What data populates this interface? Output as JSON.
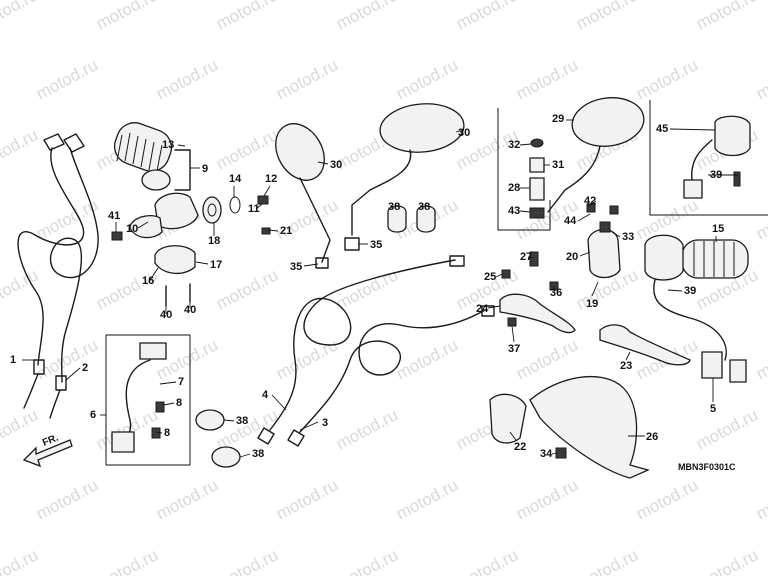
{
  "watermark": "motod.ru",
  "diagram_code": "MBN3F0301C",
  "direction_label": "FR.",
  "callouts": [
    {
      "id": "c1",
      "label": "1"
    },
    {
      "id": "c2",
      "label": "2"
    },
    {
      "id": "c3",
      "label": "3"
    },
    {
      "id": "c4",
      "label": "4"
    },
    {
      "id": "c5",
      "label": "5"
    },
    {
      "id": "c6",
      "label": "6"
    },
    {
      "id": "c7",
      "label": "7"
    },
    {
      "id": "c8a",
      "label": "8"
    },
    {
      "id": "c8b",
      "label": "8"
    },
    {
      "id": "c9",
      "label": "9"
    },
    {
      "id": "c10",
      "label": "10"
    },
    {
      "id": "c11",
      "label": "11"
    },
    {
      "id": "c12",
      "label": "12"
    },
    {
      "id": "c13",
      "label": "13"
    },
    {
      "id": "c14",
      "label": "14"
    },
    {
      "id": "c15",
      "label": "15"
    },
    {
      "id": "c16",
      "label": "16"
    },
    {
      "id": "c17",
      "label": "17"
    },
    {
      "id": "c18",
      "label": "18"
    },
    {
      "id": "c19",
      "label": "19"
    },
    {
      "id": "c20",
      "label": "20"
    },
    {
      "id": "c21",
      "label": "21"
    },
    {
      "id": "c22",
      "label": "22"
    },
    {
      "id": "c23",
      "label": "23"
    },
    {
      "id": "c24",
      "label": "24"
    },
    {
      "id": "c25",
      "label": "25"
    },
    {
      "id": "c26",
      "label": "26"
    },
    {
      "id": "c27",
      "label": "27"
    },
    {
      "id": "c28",
      "label": "28"
    },
    {
      "id": "c29",
      "label": "29"
    },
    {
      "id": "c30a",
      "label": "30"
    },
    {
      "id": "c30b",
      "label": "30"
    },
    {
      "id": "c31",
      "label": "31"
    },
    {
      "id": "c32",
      "label": "32"
    },
    {
      "id": "c33",
      "label": "33"
    },
    {
      "id": "c34",
      "label": "34"
    },
    {
      "id": "c35a",
      "label": "35"
    },
    {
      "id": "c35b",
      "label": "35"
    },
    {
      "id": "c36",
      "label": "36"
    },
    {
      "id": "c37",
      "label": "37"
    },
    {
      "id": "c38a",
      "label": "38"
    },
    {
      "id": "c38b",
      "label": "38"
    },
    {
      "id": "c38c",
      "label": "38"
    },
    {
      "id": "c38d",
      "label": "38"
    },
    {
      "id": "c39a",
      "label": "39"
    },
    {
      "id": "c39b",
      "label": "39"
    },
    {
      "id": "c40a",
      "label": "40"
    },
    {
      "id": "c40b",
      "label": "40"
    },
    {
      "id": "c41",
      "label": "41"
    },
    {
      "id": "c42",
      "label": "42"
    },
    {
      "id": "c43",
      "label": "43"
    },
    {
      "id": "c44",
      "label": "44"
    },
    {
      "id": "c45",
      "label": "45"
    }
  ]
}
